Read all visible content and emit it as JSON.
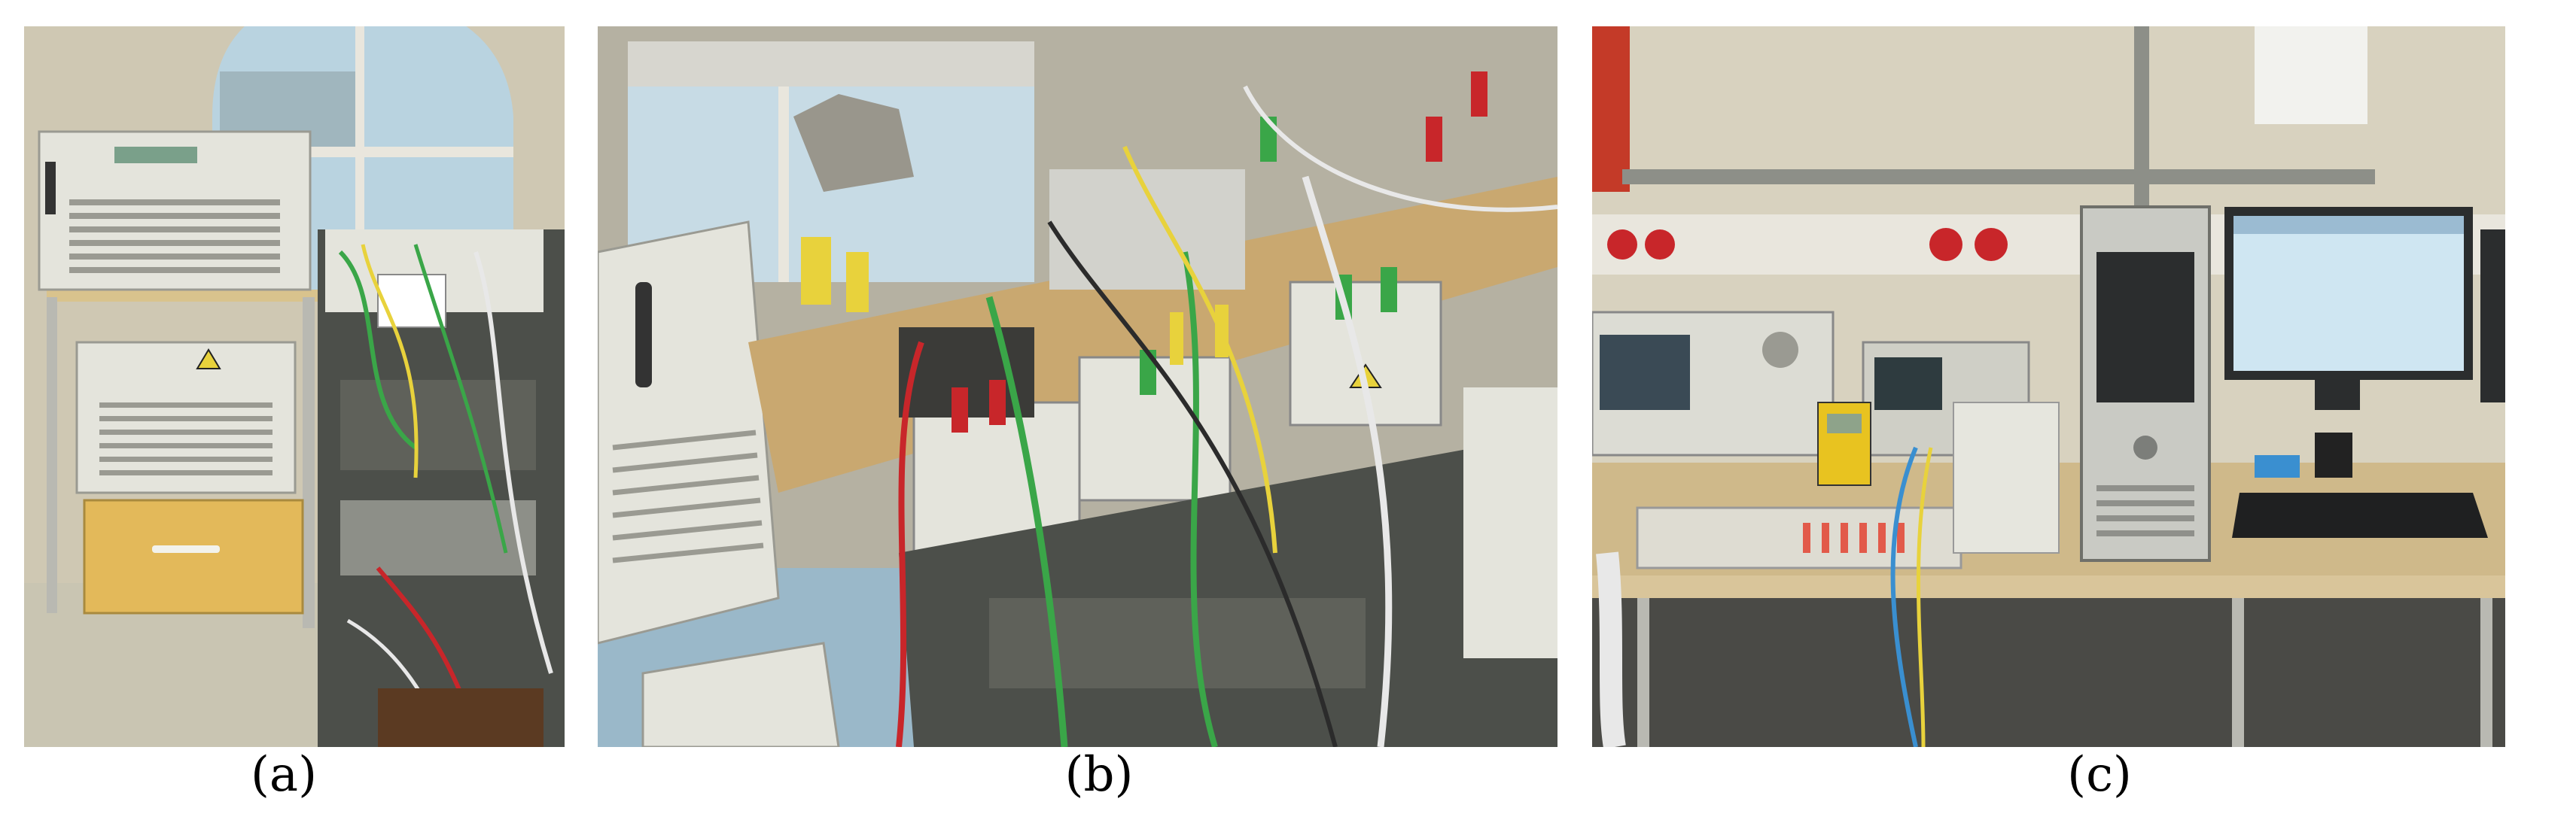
{
  "figure": {
    "panels": [
      {
        "id": "a",
        "caption": "(a)",
        "depicts": "power-supply-cabinet"
      },
      {
        "id": "b",
        "caption": "(b)",
        "depicts": "wired-test-bench"
      },
      {
        "id": "c",
        "caption": "(c)",
        "depicts": "measurement-desk"
      }
    ]
  },
  "palette": {
    "wall": "#d8d2bf",
    "wood": "#c9a870",
    "rack_metal": "#8d8f88",
    "cabinet_white": "#e4e4dc",
    "wire_green": "#3aa648",
    "wire_yellow": "#e8d23c",
    "wire_red": "#c8262a",
    "screen_blue": "#cfe6f2",
    "window_sky": "#b9d3e0"
  }
}
